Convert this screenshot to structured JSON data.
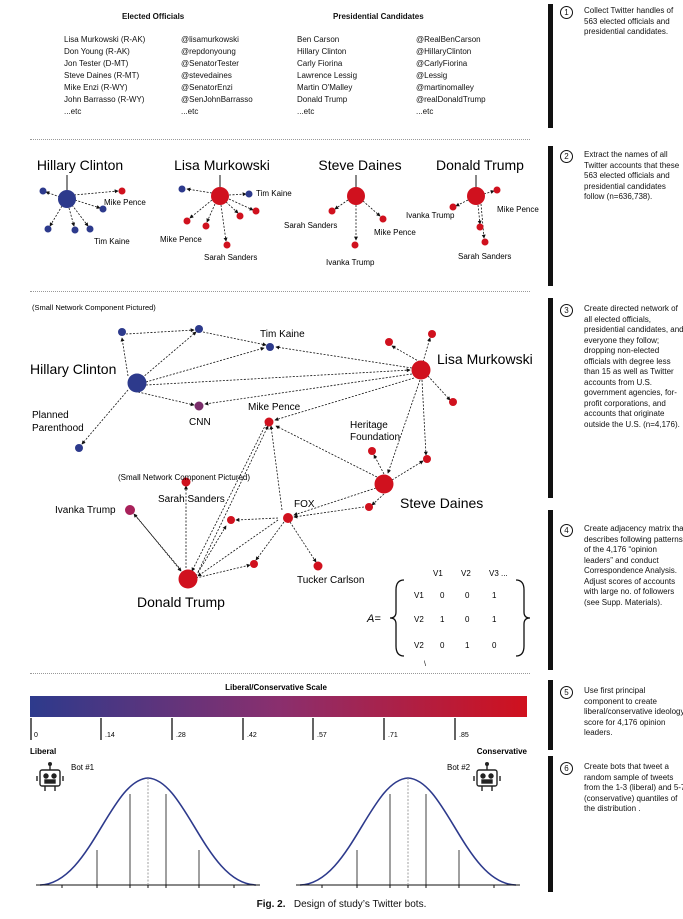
{
  "panel1": {
    "officials_header": "Elected Officials",
    "candidates_header": "Presidential Candidates",
    "officials_names": [
      "Lisa Murkowski (R-AK)",
      "Don Young (R-AK)",
      "Jon Tester (D-MT)",
      "Steve Daines (R-MT)",
      "Mike Enzi (R-WY)",
      "John Barrasso (R-WY)",
      "...etc"
    ],
    "officials_handles": [
      "@lisamurkowski",
      "@repdonyoung",
      "@SenatorTester",
      "@stevedaines",
      "@SenatorEnzi",
      "@SenJohnBarrasso",
      "...etc"
    ],
    "candidates_names": [
      "Ben Carson",
      "Hillary Clinton",
      "Carly Fiorina",
      "Lawrence Lessig",
      "Martin O'Malley",
      "Donald Trump",
      "...etc"
    ],
    "candidates_handles": [
      "@RealBenCarson",
      "@HillaryClinton",
      "@CarlyFiorina",
      "@Lessig",
      "@martinomalley",
      "@realDonaldTrump",
      "...etc"
    ]
  },
  "panel2": {
    "titles": [
      "Hillary Clinton",
      "Lisa Murkowski",
      "Steve Daines",
      "Donald Trump"
    ],
    "labels": [
      "Mike Pence",
      "Tim Kaine",
      "Tim Kaine",
      "Mike Pence",
      "Sarah Sanders",
      "Sarah Sanders",
      "Mike Pence",
      "Ivanka Trump",
      "Ivanka Trump",
      "Mike Pence",
      "Sarah Sanders"
    ]
  },
  "panel3": {
    "component_label": "(Small Network Component Pictured)",
    "component_label_2": "(Small Network Component Pictured)",
    "node_labels": {
      "hillary": "Hillary Clinton",
      "murkowski": "Lisa Murkowski",
      "tim_kaine": "Tim Kaine",
      "cnn": "CNN",
      "planned": "Planned",
      "parenthood": "Parenthood",
      "mike_pence": "Mike Pence",
      "heritage": "Heritage",
      "foundation": "Foundation",
      "sarah_sanders": "Sarah Sanders",
      "ivanka": "Ivanka Trump",
      "fox": "FOX",
      "steve_daines": "Steve Daines",
      "donald_trump": "Donald Trump",
      "tucker": "Tucker Carlson"
    }
  },
  "matrix": {
    "label": "A=",
    "col_headers": [
      "V1",
      "V2",
      "V3 ..."
    ],
    "row_headers": [
      "V1",
      "V2",
      "V2"
    ],
    "rows": [
      [
        "0",
        "0",
        "1"
      ],
      [
        "1",
        "0",
        "1"
      ],
      [
        "0",
        "1",
        "0"
      ]
    ],
    "below_mark": "\\"
  },
  "scale": {
    "title": "Liberal/Conservative Scale",
    "ticks": [
      "0",
      ".14",
      ".28",
      ".42",
      ".57",
      ".71",
      ".85"
    ],
    "colors": {
      "liberal": "#2d3a8c",
      "conservative": "#d0111e"
    }
  },
  "bots": {
    "liberal_label": "Liberal",
    "conservative_label": "Conservative",
    "bot1": "Bot #1",
    "bot2": "Bot #2"
  },
  "steps": [
    {
      "num": "1",
      "text": "Collect Twitter handles of 563 elected officials and presidential candidates."
    },
    {
      "num": "2",
      "text": "Extract the names of all Twitter accounts that these 563 elected officials and presidential candidates follow (n=636,738)."
    },
    {
      "num": "3",
      "text": "Create directed network of all elected officials, presidential candidates, and everyone they follow; dropping non-elected officials with degree less than 15 as well as Twitter accounts from U.S. government agencies, for-profit corporations, and accounts that originate outside the U.S. (n=4,176)."
    },
    {
      "num": "4",
      "text": "Create adjacency matrix that describes following patterns of the 4,176 “opinion leaders” and conduct Correspondence Analysis. Adjust scores of accounts with large no. of followers (see Supp. Materials)."
    },
    {
      "num": "5",
      "text": "Use first principal component to create liberal/conservative ideology score for 4,176 opinion leaders."
    },
    {
      "num": "6",
      "text": "Create bots that tweet a random sample of tweets from the 1-3 (liberal) and 5-7 (conservative) quantiles of the distribution ."
    }
  ],
  "caption": {
    "fig": "Fig. 2.",
    "text": "Design of study’s Twitter bots."
  }
}
